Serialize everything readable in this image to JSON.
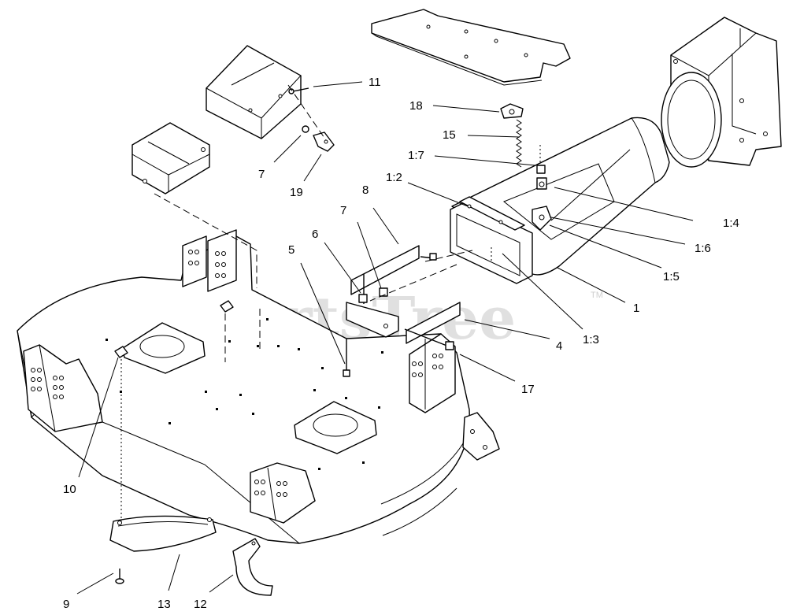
{
  "watermark": {
    "text": "PartsTree",
    "trademark": "TM"
  },
  "callouts": {
    "c1": "1",
    "c1_2": "1:2",
    "c1_3": "1:3",
    "c1_4": "1:4",
    "c1_5": "1:5",
    "c1_6": "1:6",
    "c1_7": "1:7",
    "c4": "4",
    "c5": "5",
    "c6": "6",
    "c7a": "7",
    "c7b": "7",
    "c8": "8",
    "c9": "9",
    "c10": "10",
    "c11": "11",
    "c12": "12",
    "c13": "13",
    "c15": "15",
    "c17": "17",
    "c18": "18",
    "c19": "19"
  }
}
